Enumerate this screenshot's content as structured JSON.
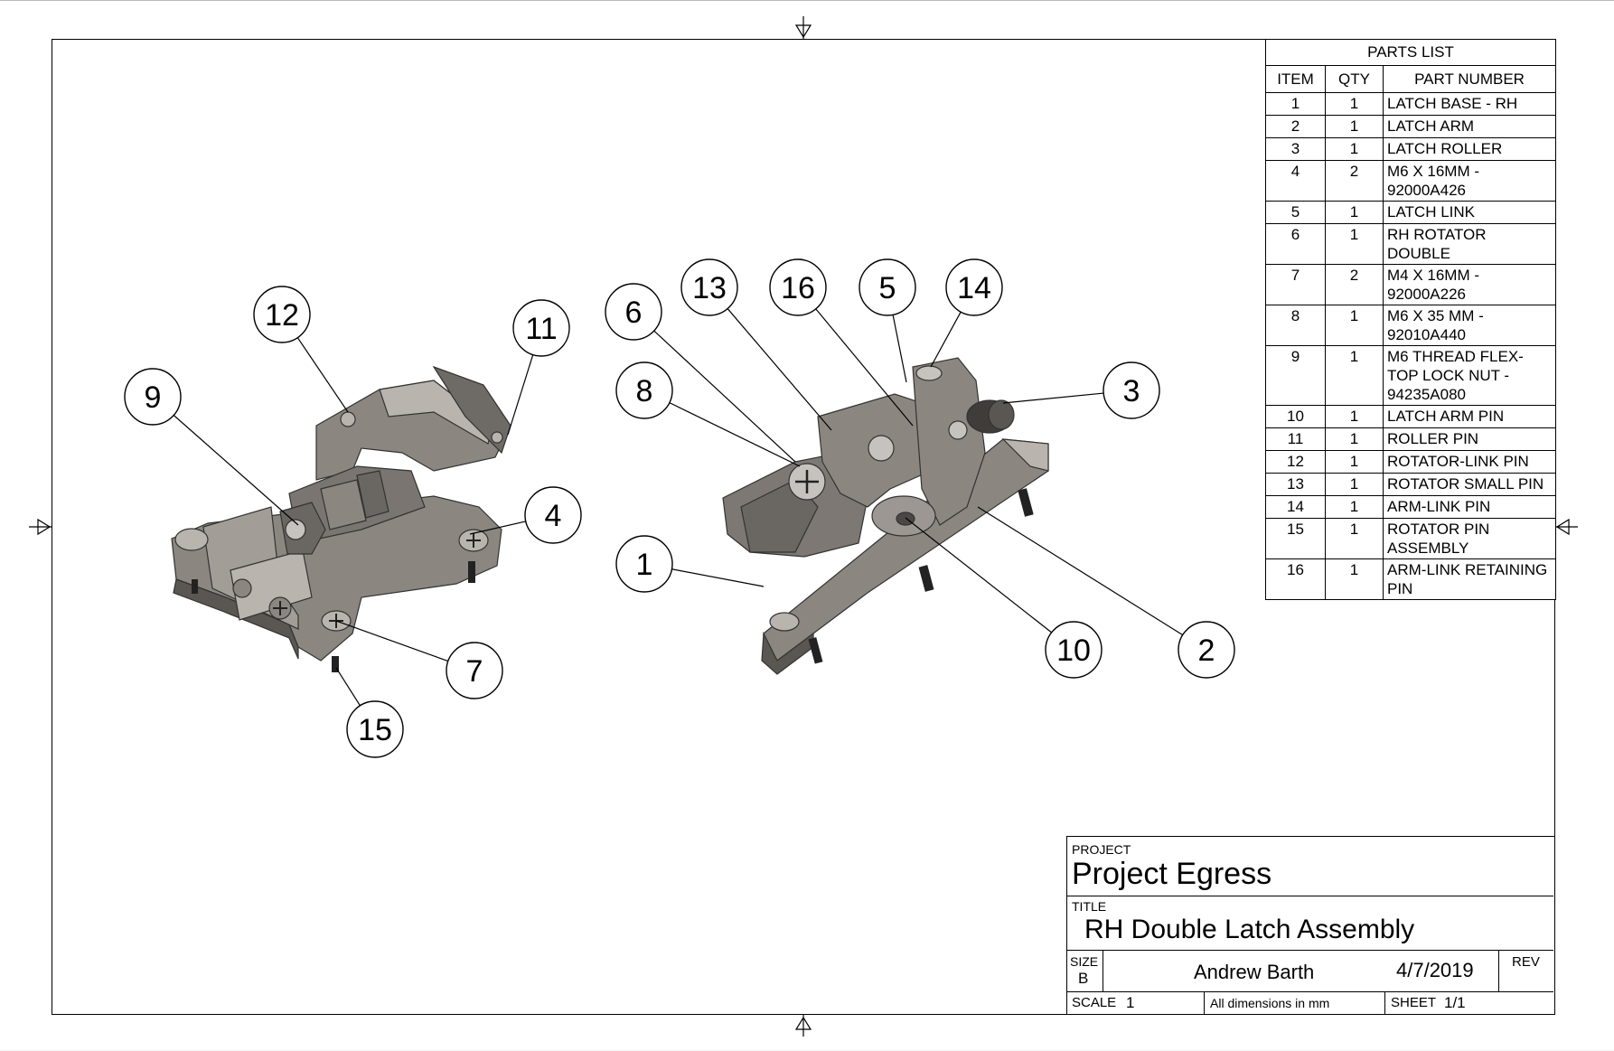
{
  "parts_list": {
    "title": "PARTS LIST",
    "headers": [
      "ITEM",
      "QTY",
      "PART NUMBER"
    ],
    "rows": [
      {
        "item": "1",
        "qty": "1",
        "part": "LATCH BASE - RH"
      },
      {
        "item": "2",
        "qty": "1",
        "part": "LATCH ARM"
      },
      {
        "item": "3",
        "qty": "1",
        "part": "LATCH ROLLER"
      },
      {
        "item": "4",
        "qty": "2",
        "part": "M6 X 16MM - 92000A426"
      },
      {
        "item": "5",
        "qty": "1",
        "part": "LATCH LINK"
      },
      {
        "item": "6",
        "qty": "1",
        "part": "RH ROTATOR DOUBLE"
      },
      {
        "item": "7",
        "qty": "2",
        "part": "M4 X 16MM - 92000A226"
      },
      {
        "item": "8",
        "qty": "1",
        "part": "M6 X 35 MM - 92010A440"
      },
      {
        "item": "9",
        "qty": "1",
        "part": "M6 THREAD FLEX-TOP LOCK NUT - 94235A080"
      },
      {
        "item": "10",
        "qty": "1",
        "part": "LATCH ARM PIN"
      },
      {
        "item": "11",
        "qty": "1",
        "part": "ROLLER PIN"
      },
      {
        "item": "12",
        "qty": "1",
        "part": "ROTATOR-LINK PIN"
      },
      {
        "item": "13",
        "qty": "1",
        "part": "ROTATOR SMALL PIN"
      },
      {
        "item": "14",
        "qty": "1",
        "part": "ARM-LINK PIN"
      },
      {
        "item": "15",
        "qty": "1",
        "part": "ROTATOR PIN ASSEMBLY"
      },
      {
        "item": "16",
        "qty": "1",
        "part": "ARM-LINK RETAINING PIN"
      }
    ]
  },
  "title_block": {
    "project_label": "PROJECT",
    "project": "Project Egress",
    "title_label": "TITLE",
    "title": "RH Double Latch Assembly",
    "size_label": "SIZE",
    "size": "B",
    "author": "Andrew Barth",
    "date": "4/7/2019",
    "rev_label": "REV",
    "rev": "",
    "scale_label": "SCALE",
    "scale": "1",
    "units_note": "All dimensions in mm",
    "sheet_label": "SHEET",
    "sheet": "1/1"
  },
  "balloons": [
    "1",
    "2",
    "3",
    "4",
    "5",
    "6",
    "7",
    "8",
    "9",
    "10",
    "11",
    "12",
    "13",
    "14",
    "15",
    "16"
  ],
  "colors": {
    "part_fill": "#8b8680",
    "part_dark": "#5a5652",
    "part_light": "#b9b4ae",
    "line": "#000000"
  }
}
